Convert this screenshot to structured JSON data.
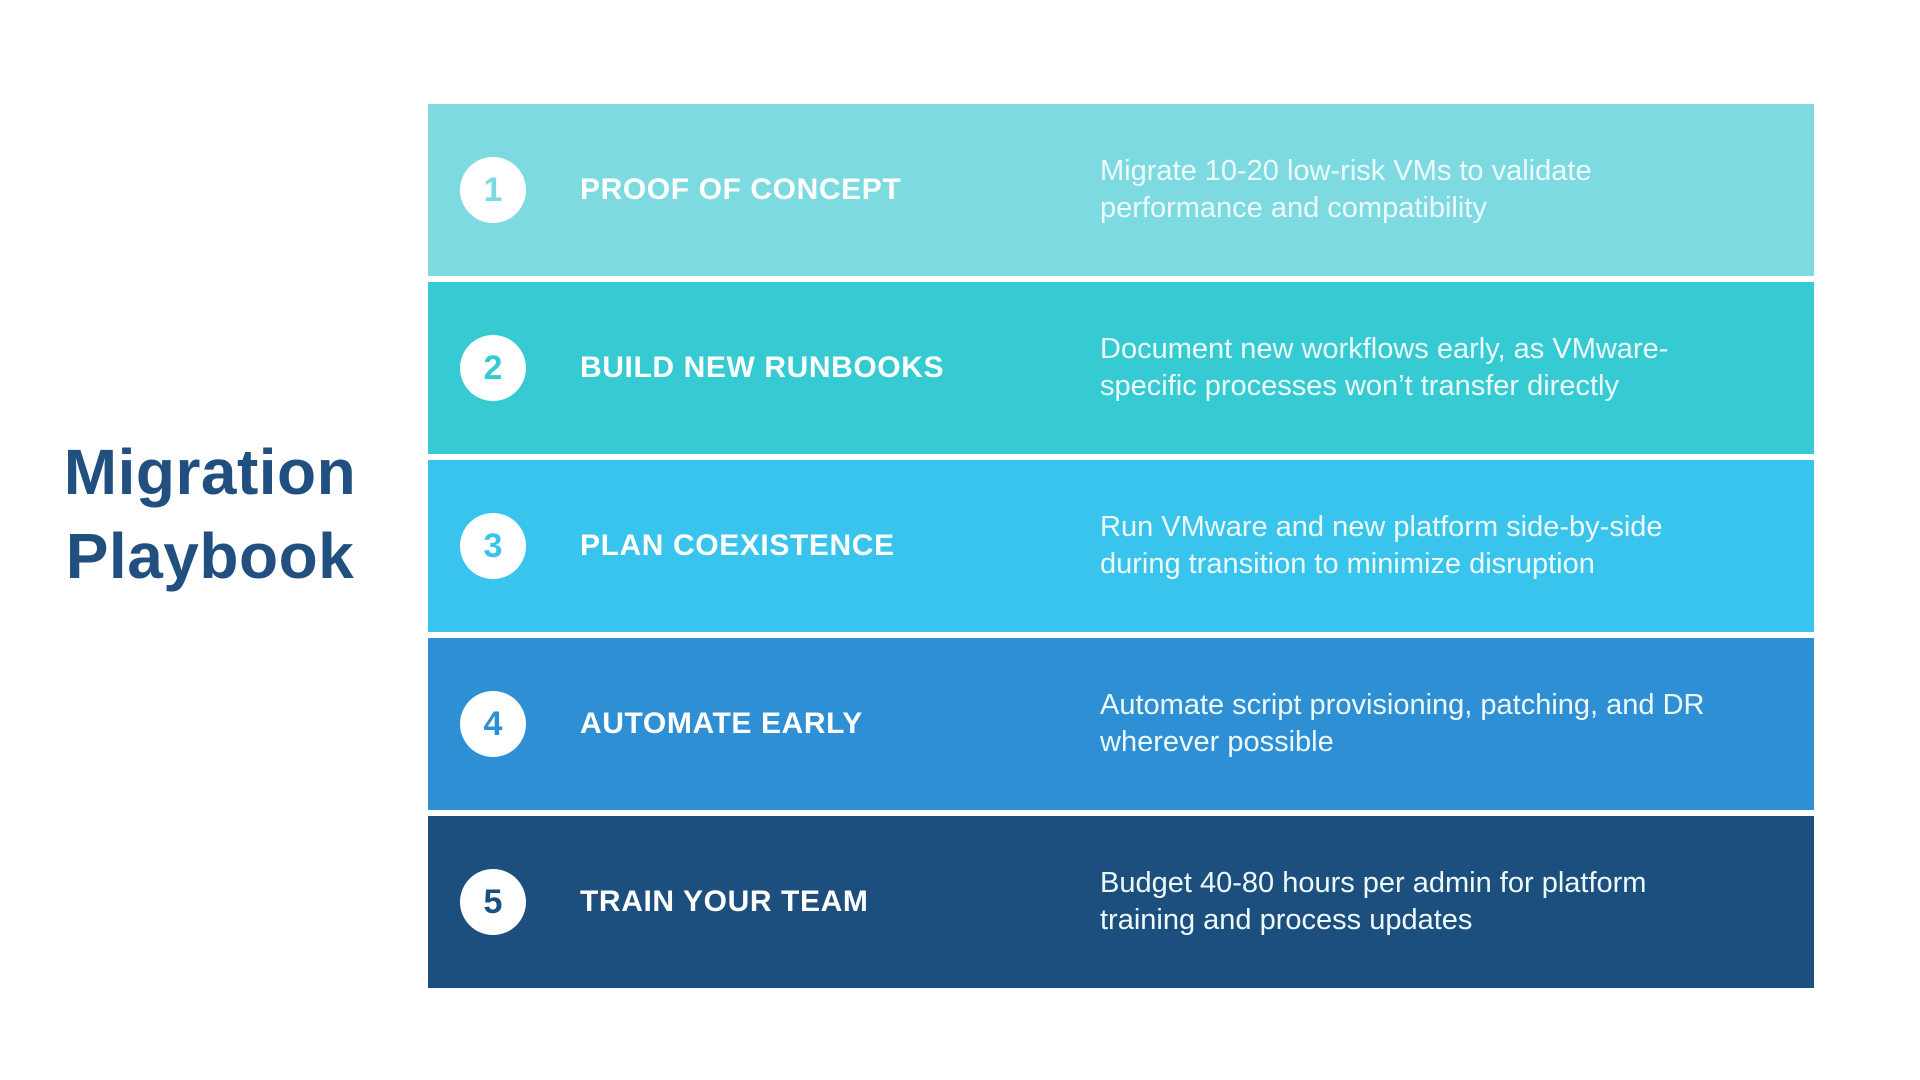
{
  "page": {
    "background_color": "#ffffff"
  },
  "headline": {
    "text": "Migration\nPlaybook",
    "color": "#204f80"
  },
  "steps": [
    {
      "number": "1",
      "title": "PROOF OF CONCEPT",
      "description": "Migrate 10-20 low-risk VMs to validate\nperformance and compatibility",
      "row_color": "#7ddae1"
    },
    {
      "number": "2",
      "title": "BUILD NEW RUNBOOKS",
      "description": "Document new workflows early, as VMware-\nspecific processes won’t transfer directly",
      "row_color": "#36cbd3"
    },
    {
      "number": "3",
      "title": "PLAN COEXISTENCE",
      "description": "Run VMware and new platform side-by-side\nduring transition to minimize disruption",
      "row_color": "#38c4ec"
    },
    {
      "number": "4",
      "title": "AUTOMATE EARLY",
      "description": "Automate script provisioning, patching, and DR\nwherever possible",
      "row_color": "#2e8fd4"
    },
    {
      "number": "5",
      "title": "TRAIN YOUR TEAM",
      "description": "Budget 40-80 hours per admin for platform\ntraining and process updates",
      "row_color": "#1d4f7e"
    }
  ]
}
